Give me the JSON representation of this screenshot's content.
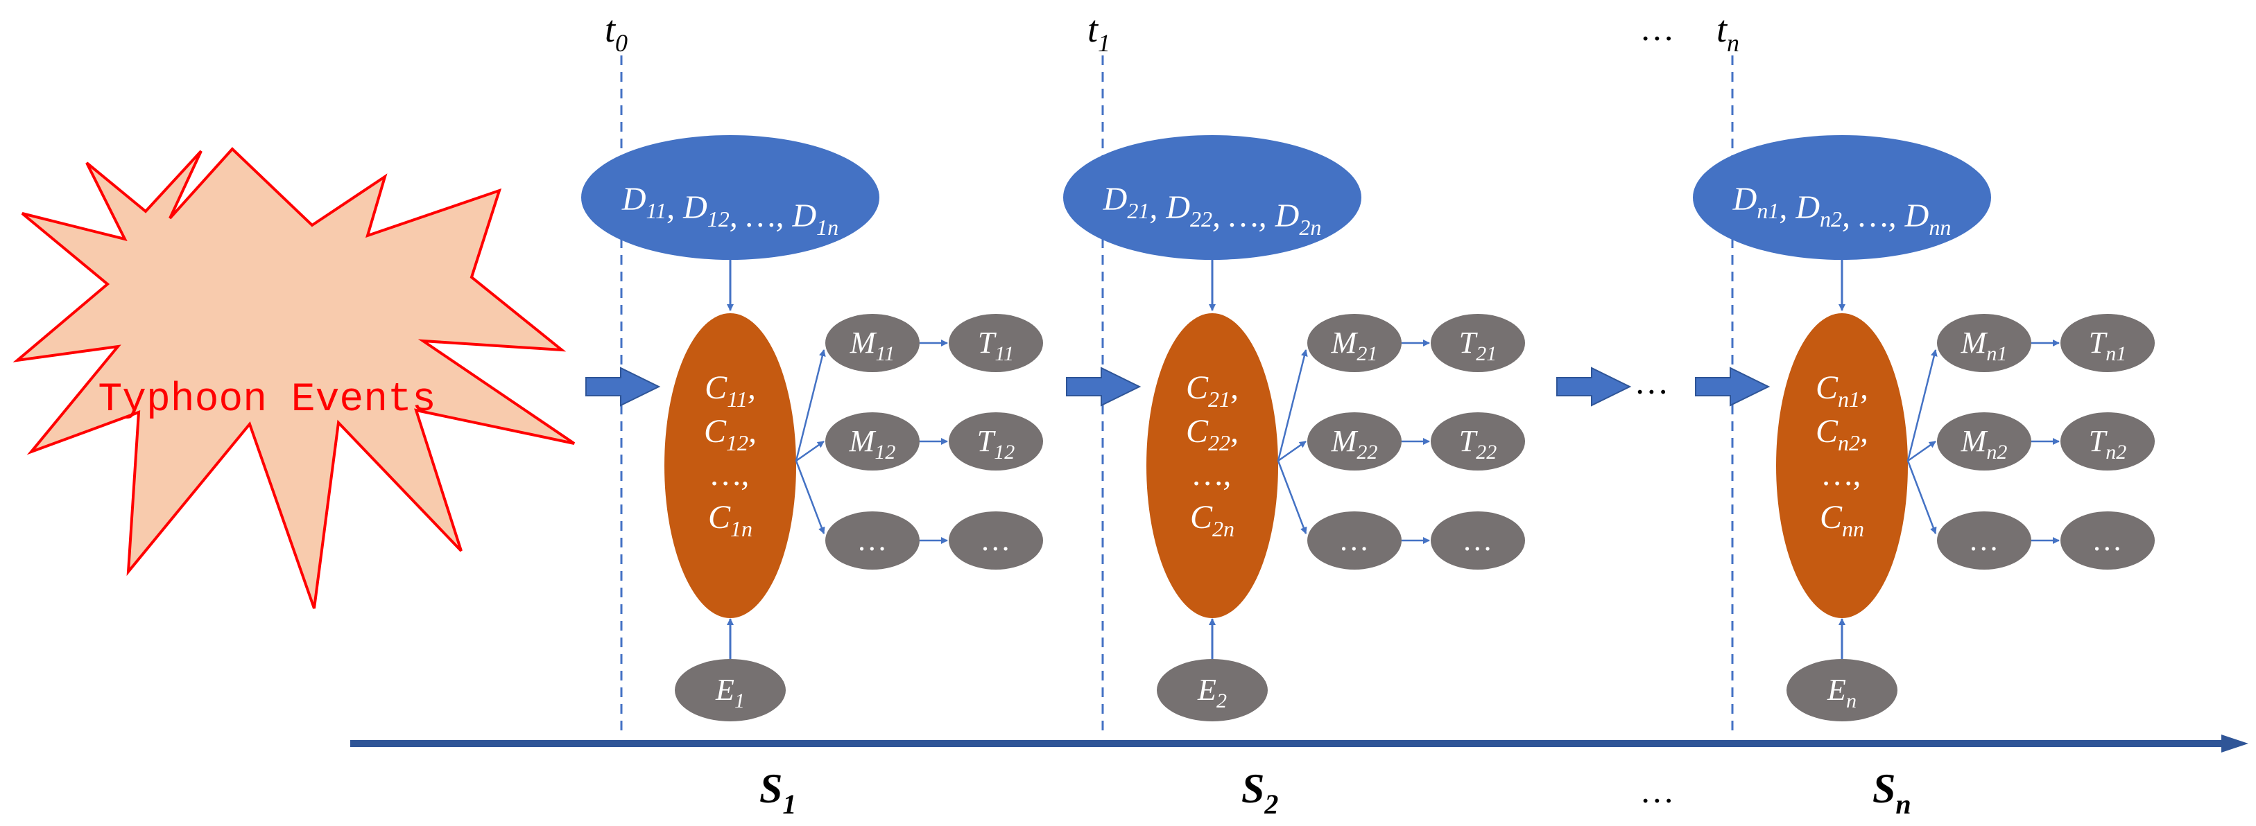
{
  "burst": {
    "label": "Typhoon Events"
  },
  "time_labels": [
    {
      "base": "t",
      "sub": "0"
    },
    {
      "base": "t",
      "sub": "1"
    },
    {
      "base": "t",
      "sub": "n"
    }
  ],
  "time_ellipsis": "…",
  "stages": [
    {
      "d_parts": [
        {
          "base": "D",
          "sub": "11"
        },
        {
          "base": "D",
          "sub": "12"
        },
        {
          "text": "…"
        },
        {
          "base": "D",
          "sub": "1n"
        }
      ],
      "c_lines": [
        {
          "base": "C",
          "sub": "11",
          "suffix": ","
        },
        {
          "base": "C",
          "sub": "12",
          "suffix": ","
        },
        {
          "text": "…,"
        },
        {
          "base": "C",
          "sub": "1n"
        }
      ],
      "m_nodes": [
        {
          "base": "M",
          "sub": "11"
        },
        {
          "base": "M",
          "sub": "12"
        },
        {
          "text": "…"
        }
      ],
      "t_nodes": [
        {
          "base": "T",
          "sub": "11"
        },
        {
          "base": "T",
          "sub": "12"
        },
        {
          "text": "…"
        }
      ],
      "e_node": {
        "base": "E",
        "sub": "1"
      },
      "s_label": {
        "base": "S",
        "sub": "1"
      }
    },
    {
      "d_parts": [
        {
          "base": "D",
          "sub": "21"
        },
        {
          "base": "D",
          "sub": "22"
        },
        {
          "text": "…"
        },
        {
          "base": "D",
          "sub": "2n"
        }
      ],
      "c_lines": [
        {
          "base": "C",
          "sub": "21",
          "suffix": ","
        },
        {
          "base": "C",
          "sub": "22",
          "suffix": ","
        },
        {
          "text": "…,"
        },
        {
          "base": "C",
          "sub": "2n"
        }
      ],
      "m_nodes": [
        {
          "base": "M",
          "sub": "21"
        },
        {
          "base": "M",
          "sub": "22"
        },
        {
          "text": "…"
        }
      ],
      "t_nodes": [
        {
          "base": "T",
          "sub": "21"
        },
        {
          "base": "T",
          "sub": "22"
        },
        {
          "text": "…"
        }
      ],
      "e_node": {
        "base": "E",
        "sub": "2"
      },
      "s_label": {
        "base": "S",
        "sub": "2"
      }
    },
    {
      "d_parts": [
        {
          "base": "D",
          "sub": "n1"
        },
        {
          "base": "D",
          "sub": "n2"
        },
        {
          "text": "…"
        },
        {
          "base": "D",
          "sub": "nn"
        }
      ],
      "c_lines": [
        {
          "base": "C",
          "sub": "n1",
          "suffix": ","
        },
        {
          "base": "C",
          "sub": "n2",
          "suffix": ","
        },
        {
          "text": "…,"
        },
        {
          "base": "C",
          "sub": "nn"
        }
      ],
      "m_nodes": [
        {
          "base": "M",
          "sub": "n1"
        },
        {
          "base": "M",
          "sub": "n2"
        },
        {
          "text": "…"
        }
      ],
      "t_nodes": [
        {
          "base": "T",
          "sub": "n1"
        },
        {
          "base": "T",
          "sub": "n2"
        },
        {
          "text": "…"
        }
      ],
      "e_node": {
        "base": "E",
        "sub": "n"
      },
      "s_label": {
        "base": "S",
        "sub": "n"
      }
    }
  ],
  "flow_ellipsis": "…",
  "s_ellipsis": "…",
  "colors": {
    "d_node": "#4472C4",
    "c_node": "#C55A11",
    "m_t_node": "#767171",
    "node_text": "#ffffff",
    "arrow": "#4472C4",
    "burst_fill": "#F8CBAD",
    "burst_stroke": "#FF0000",
    "burst_text": "#FF0000"
  }
}
